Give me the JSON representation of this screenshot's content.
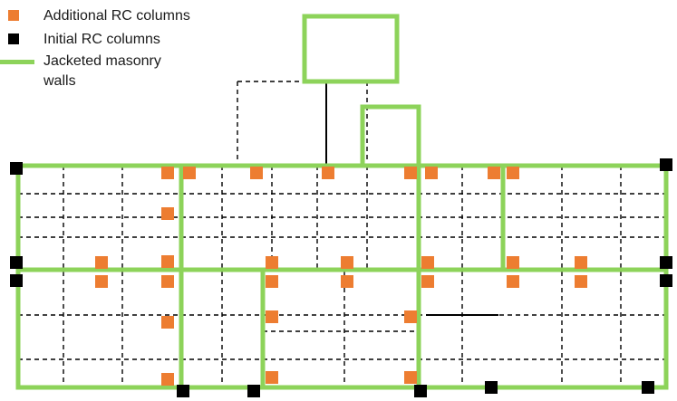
{
  "legend": {
    "additional": {
      "label": "Additional RC columns",
      "color": "#ED7D31"
    },
    "initial": {
      "label": "Initial RC columns",
      "color": "#000000"
    },
    "jacketed": {
      "label_line1": "Jacketed        masonry",
      "label_line2": "walls",
      "color": "#8DD35A"
    }
  },
  "colors": {
    "grid_line": "#000000",
    "wall": "#8DD35A",
    "additional_column": "#ED7D31",
    "initial_column": "#000000"
  }
}
